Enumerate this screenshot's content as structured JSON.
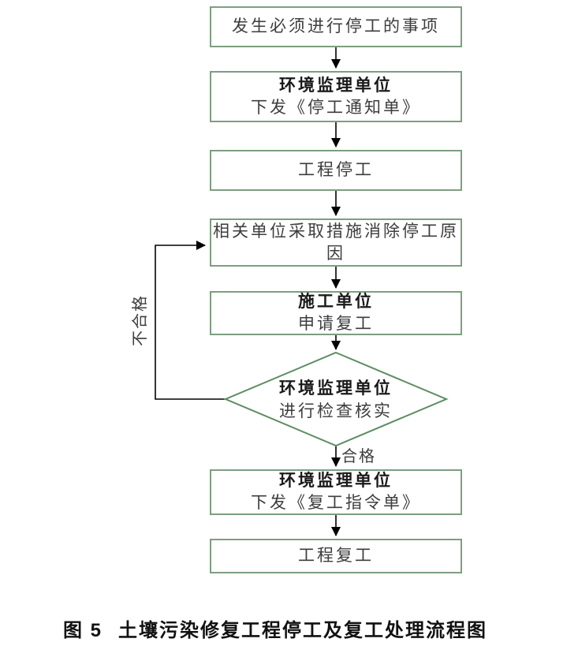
{
  "figure_caption": {
    "prefix": "图 5",
    "title": "土壤污染修复工程停工及复工处理流程图"
  },
  "flowchart": {
    "nodes": {
      "stop_event": {
        "text": "发生必须进行停工的事项"
      },
      "issue_stop_notice": {
        "title": "环境监理单位",
        "subtitle": "下发《停工通知单》"
      },
      "project_stop": {
        "text": "工程停工"
      },
      "eliminate_cause": {
        "text": "相关单位采取措施消除停工原因"
      },
      "apply_resume": {
        "title": "施工单位",
        "subtitle": "申请复工"
      },
      "inspect_verify": {
        "title": "环境监理单位",
        "subtitle": "进行检查核实"
      },
      "issue_resume_order": {
        "title": "环境监理单位",
        "subtitle": "下发《复工指令单》"
      },
      "project_resume": {
        "text": "工程复工"
      }
    },
    "edge_labels": {
      "pass": "合格",
      "fail": "不合格"
    },
    "colors": {
      "box_border": "#7d9e80",
      "diamond_border": "#5d8c63",
      "arrow": "#000000",
      "text": "#3d3d3d",
      "title_text": "#1a1a1a"
    }
  }
}
